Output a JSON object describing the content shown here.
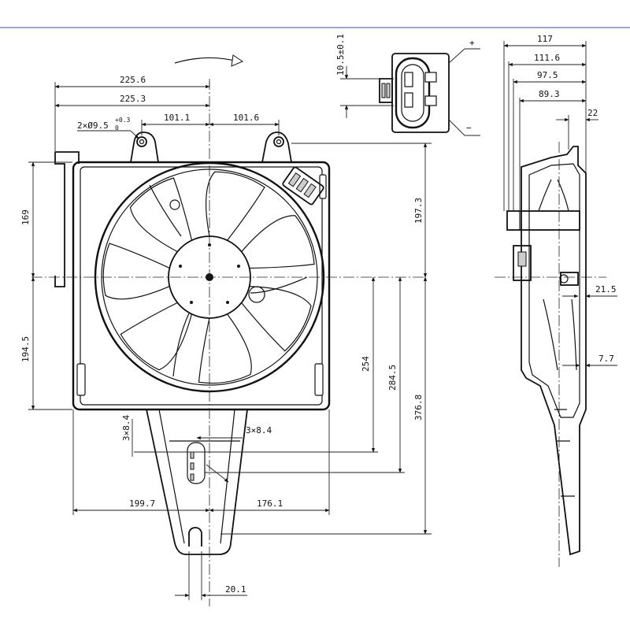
{
  "front_view": {
    "dimensions": {
      "width_top_1": "225.6",
      "width_top_2": "225.3",
      "mount_left": "101.1",
      "mount_right": "101.6",
      "hole_spec": "2×Ø9.5",
      "hole_tol_upper": "+0.3",
      "hole_tol_lower": "0",
      "height_upper_left": "169",
      "height_lower_left": "194.5",
      "height_upper_right": "197.3",
      "height_254": "254",
      "height_284": "284.5",
      "height_total": "376.8",
      "bottom_left": "199.7",
      "bottom_right": "176.1",
      "slot_vertical": "3×8.4",
      "slot_horizontal": "3×8.4",
      "foot_width": "20.1"
    }
  },
  "connector_view": {
    "dimensions": {
      "height": "10.5±0.1"
    },
    "terminals": {
      "plus": "+",
      "minus": "−"
    }
  },
  "side_view": {
    "dimensions": {
      "d117": "117",
      "d111": "111.6",
      "d97": "97.5",
      "d89": "89.3",
      "d22": "22",
      "d21": "21.5",
      "d7": "7.7"
    }
  }
}
